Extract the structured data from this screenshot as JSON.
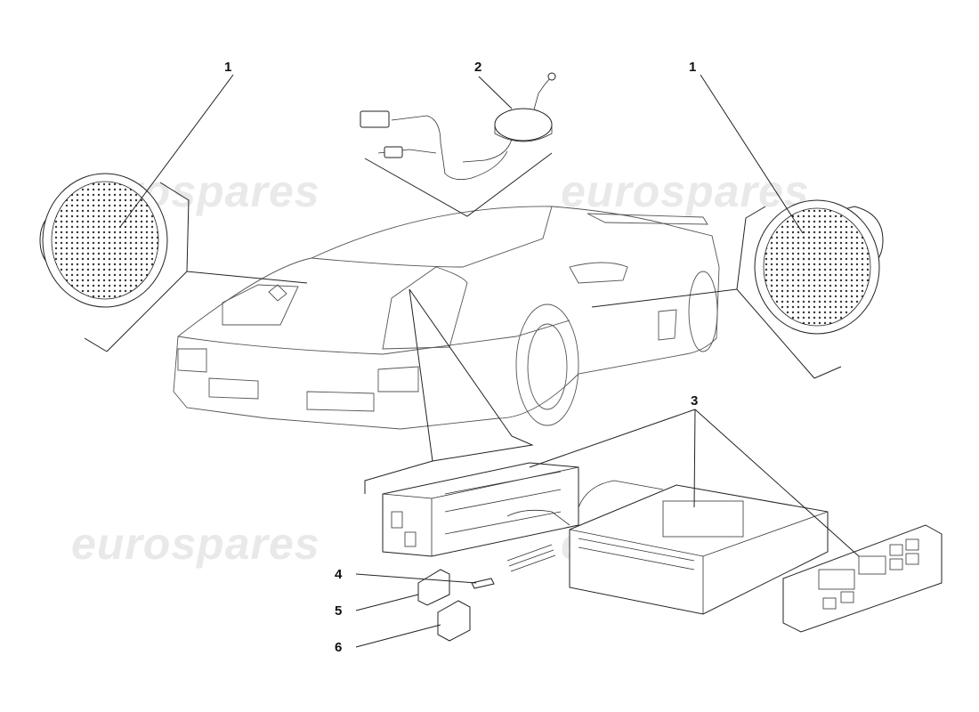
{
  "watermark": "eurospares",
  "callouts": {
    "speaker_left": "1",
    "antenna": "2",
    "speaker_right": "1",
    "radio": "3",
    "part4": "4",
    "part5": "5",
    "part6": "6"
  }
}
